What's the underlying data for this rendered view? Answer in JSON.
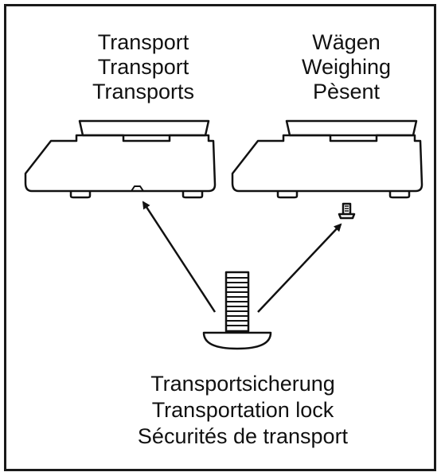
{
  "labels": {
    "transport": [
      "Transport",
      "Transport",
      "Transports"
    ],
    "weighing": [
      "Wägen",
      "Weighing",
      "Pèsent"
    ],
    "lock": [
      "Transportsicherung",
      "Transportation lock",
      "Sécurités de transport"
    ]
  },
  "colors": {
    "line": "#111111",
    "background": "#ffffff"
  }
}
